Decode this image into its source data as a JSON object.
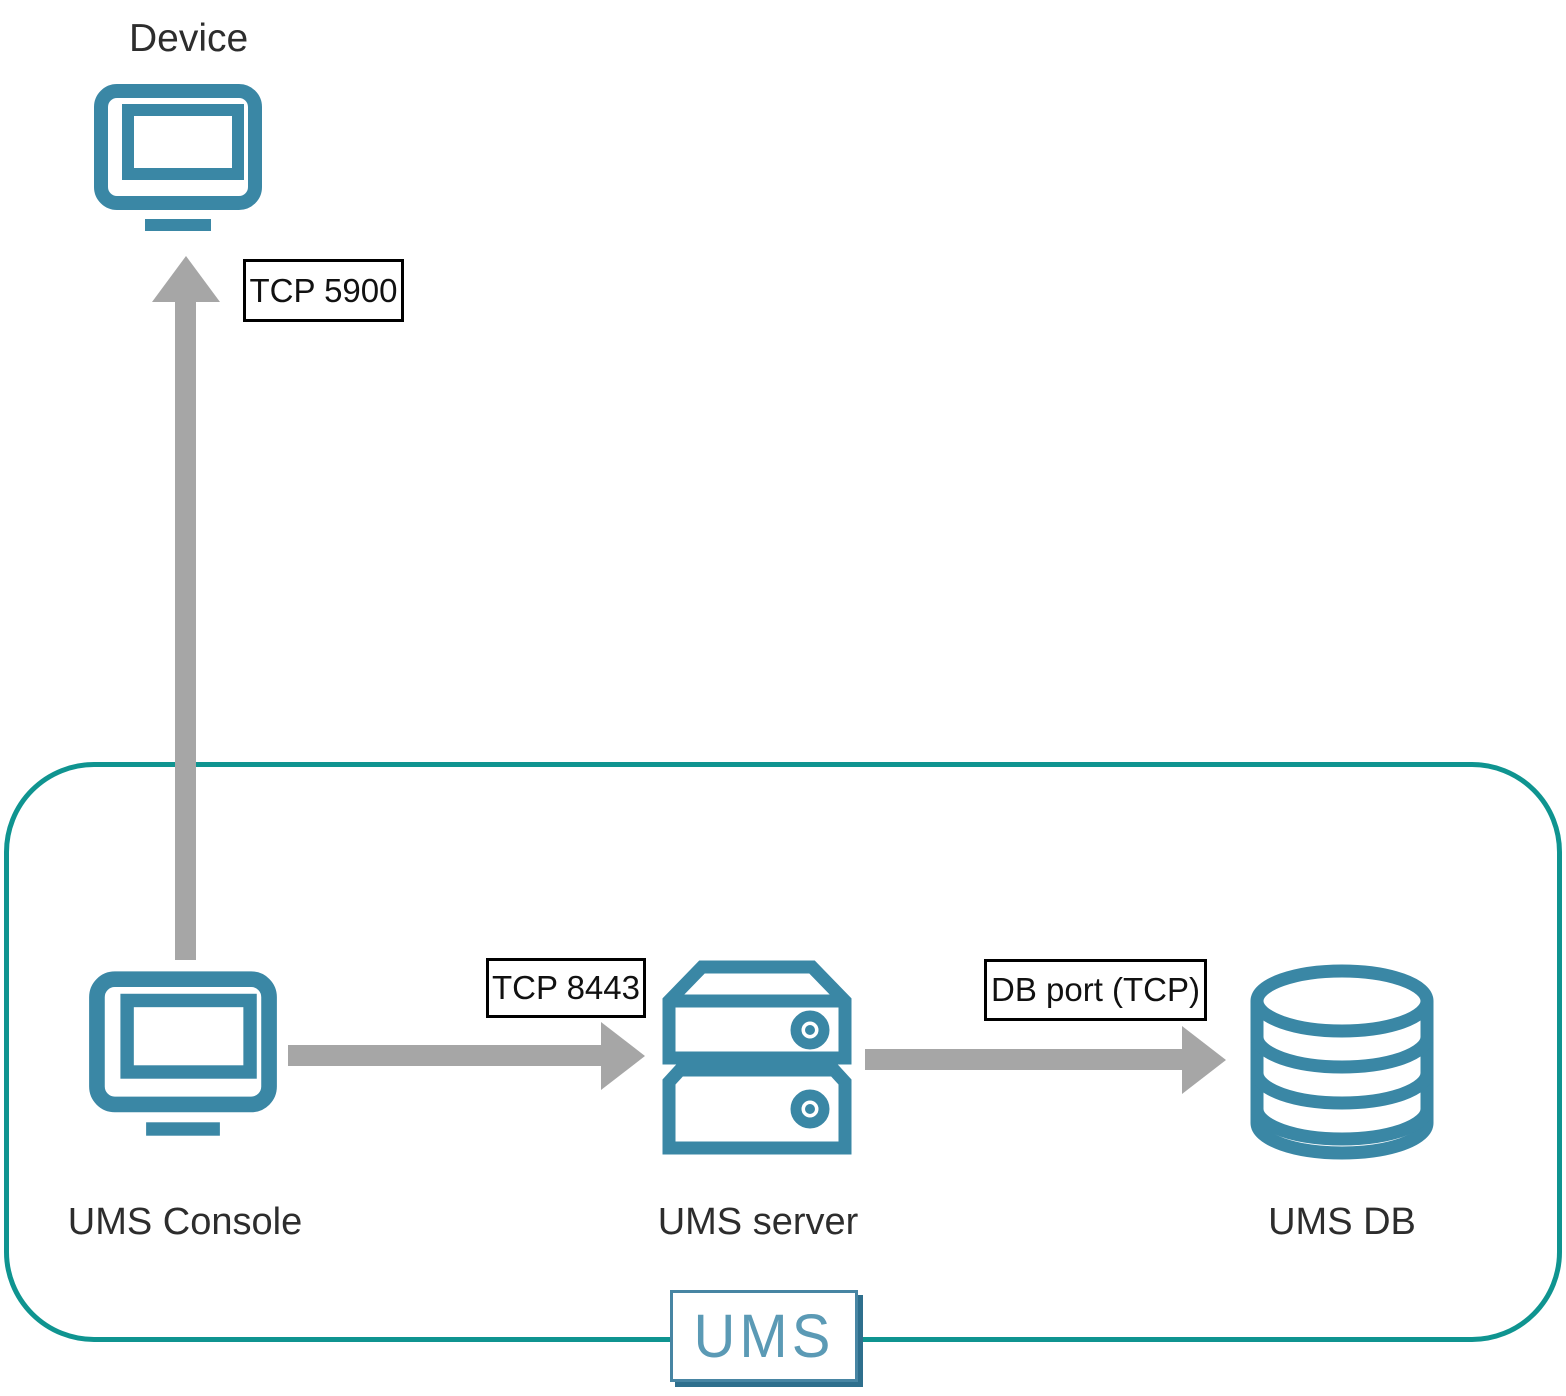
{
  "diagram": {
    "nodes": [
      {
        "id": "device",
        "label": "Device",
        "icon": "monitor-icon"
      },
      {
        "id": "ums-console",
        "label": "UMS Console",
        "icon": "monitor-icon"
      },
      {
        "id": "ums-server",
        "label": "UMS server",
        "icon": "server-icon"
      },
      {
        "id": "ums-db",
        "label": "UMS DB",
        "icon": "database-icon"
      }
    ],
    "edges": [
      {
        "from": "ums-console",
        "to": "device",
        "label": "TCP 5900",
        "direction": "up"
      },
      {
        "from": "ums-console",
        "to": "ums-server",
        "label": "TCP 8443",
        "direction": "right"
      },
      {
        "from": "ums-server",
        "to": "ums-db",
        "label": "DB port (TCP)",
        "direction": "right"
      }
    ],
    "container": {
      "label": "UMS"
    }
  },
  "colors": {
    "icon": "#3a87a5",
    "container": "#0f9490",
    "arrow": "#a6a6a6",
    "label_border": "#000000",
    "ums_border": "#4785a3",
    "ums_shadow": "#2e6f8d",
    "ums_text": "#5b9ab5",
    "text": "#2d2d2d"
  }
}
